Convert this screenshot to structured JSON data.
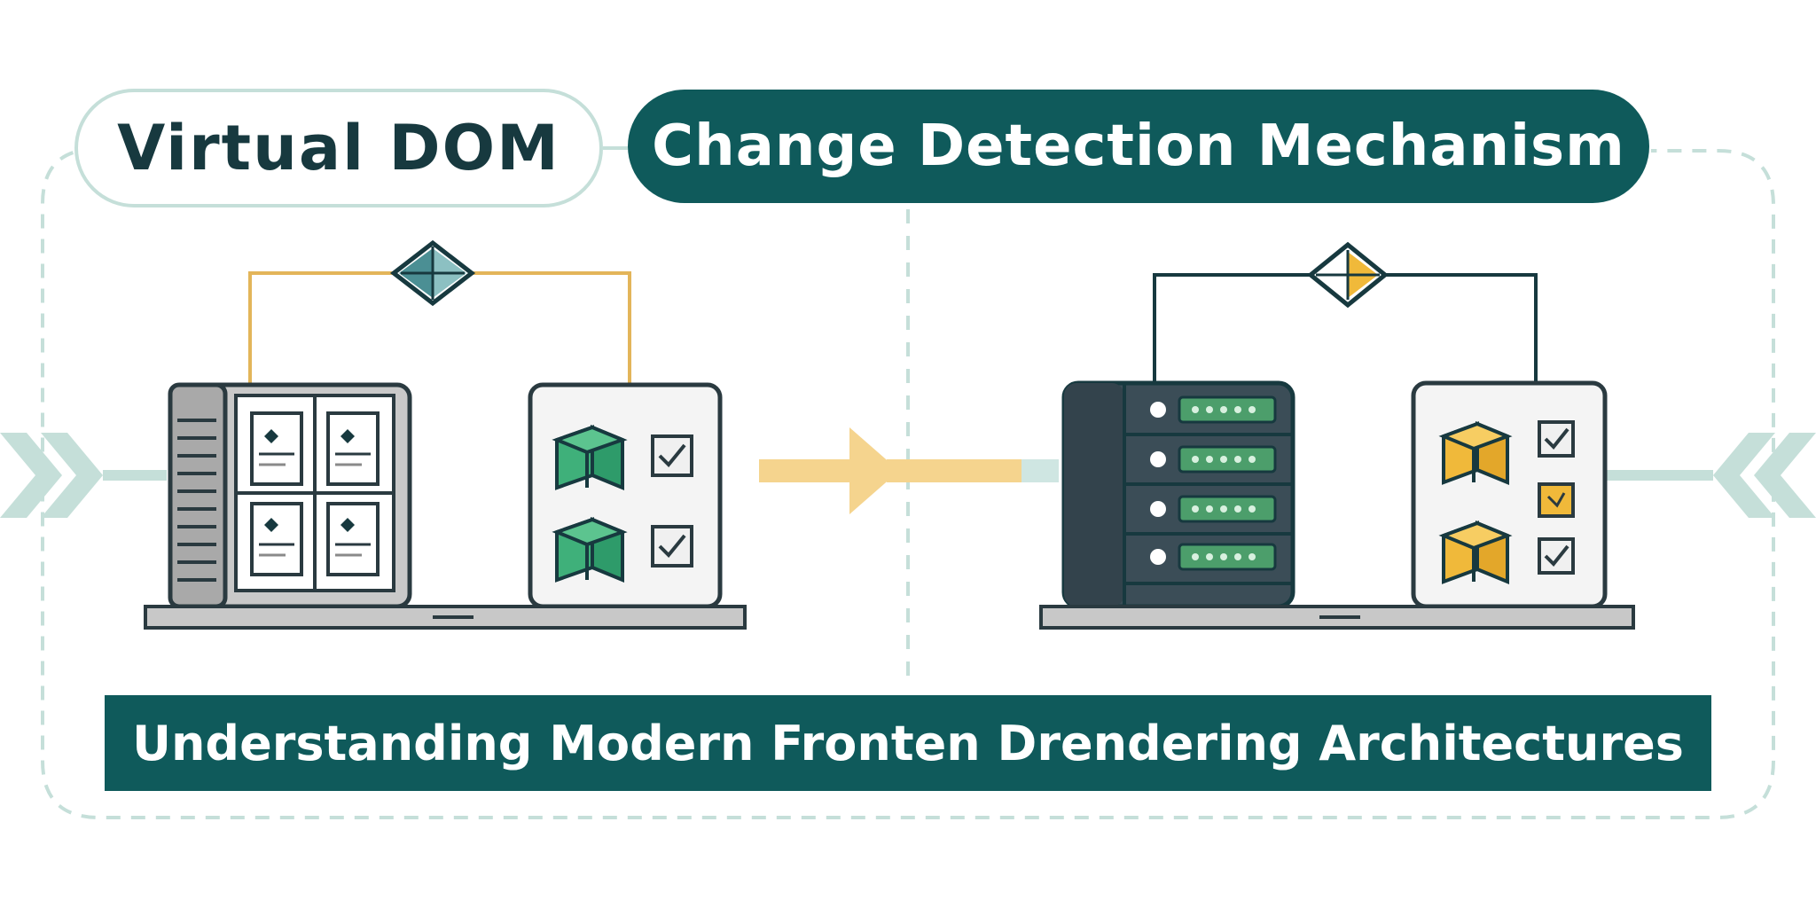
{
  "labels": {
    "left_pill": "Virtual DOM",
    "right_pill": "Change Detection Mechanism",
    "banner": "Understanding Modern Fronten Drendering Architectures"
  },
  "icons": [
    "chevron-arrows-left-icon",
    "diamond-node-icon",
    "browser-window-icon",
    "document-card-icon",
    "green-cube-icon",
    "checkbox-icon",
    "flow-arrow-icon",
    "server-rack-icon",
    "yellow-cube-icon",
    "chevron-arrows-right-icon"
  ],
  "colors": {
    "teal": "#0f5a5b",
    "light_teal": "#c5dfd9",
    "yellow": "#f0c75e",
    "green": "#2e9b6a",
    "dark_slate": "#3b4d57",
    "gray": "#c8c8c8"
  }
}
